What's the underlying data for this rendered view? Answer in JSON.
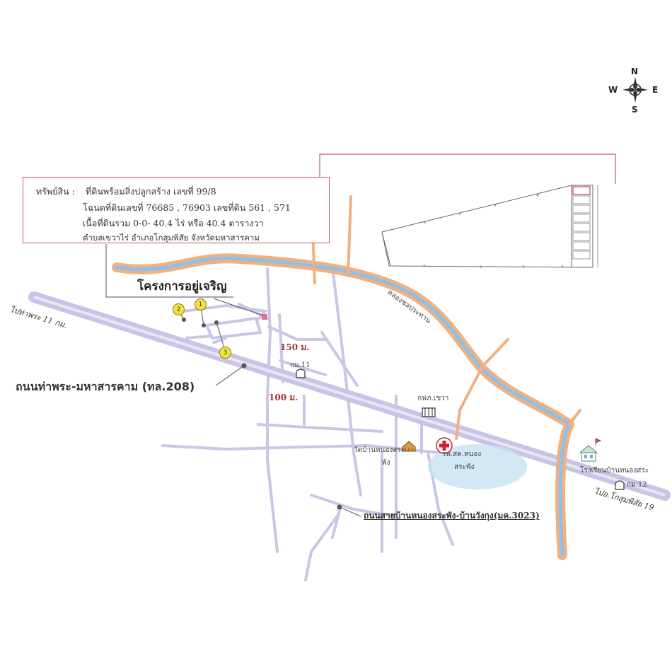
{
  "compass": {
    "north": "N",
    "south": "S",
    "east": "E",
    "west": "W"
  },
  "property": {
    "label": "ทรัพย์สิน :",
    "line1": "ที่ดินพร้อมสิ่งปลูกสร้าง เลขที่  99/8",
    "line2": "โฉนดที่ดินเลขที่ 76685 , 76903  เลขที่ดิน 561 , 571",
    "line3": "เนื้อที่ดินรวม 0-0- 40.4 ไร่  หรือ 40.4 ตารางวา",
    "line4": "ตำบลเขวาไร่   อำเภอโกสุมพิสัย จังหวัดมหาสารคาม"
  },
  "project": {
    "name": "โครงการอยู่เจริญ"
  },
  "roads": {
    "main_road": "ถนนท่าพระ-มหาสารคาม (ทล.208)",
    "to_thapra": "ไปท่าพระ 11 กม.",
    "to_kosum": "ไปอ.โกสุมพิสัย 19",
    "secondary_road": "ถนนสายบ้านหนองสระพัง-บ้านวังกุง(มค.3023)",
    "canal": "คลองชลประทาน"
  },
  "distances": {
    "d150": "150 ม.",
    "d100": "100 ม."
  },
  "landmarks": {
    "km11": "กม.11",
    "km12": "กม.12",
    "kfd": "กฟภ.เขวา",
    "temple_1": "วัดบ้านหนองสระ",
    "temple_2": "พัง",
    "hospital_1": "รพ.สต.หนอง",
    "hospital_2": "สระพัง",
    "school": "โรงเรียนบ้านหนองสระ"
  },
  "pins": [
    {
      "num": "1"
    },
    {
      "num": "2"
    },
    {
      "num": "3"
    }
  ]
}
